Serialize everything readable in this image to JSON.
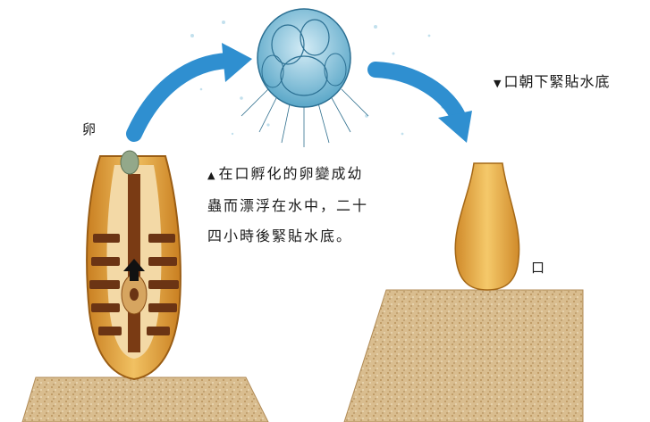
{
  "labels": {
    "egg": "卵",
    "mouth": "口",
    "top_right_note": "口朝下緊貼水底",
    "top_right_marker": "▼"
  },
  "description": {
    "marker": "▲",
    "lines": [
      "在口孵化的卵變成幼",
      "蟲而漂浮在水中，二十",
      "四小時後緊貼水底。"
    ]
  },
  "colors": {
    "arrow_blue": "#2f8fd0",
    "larva_blue": "#5aa7c8",
    "body_orange": "#e3a33a",
    "stripe_brown": "#6b3414",
    "ground_tan": "#d8b98a"
  }
}
